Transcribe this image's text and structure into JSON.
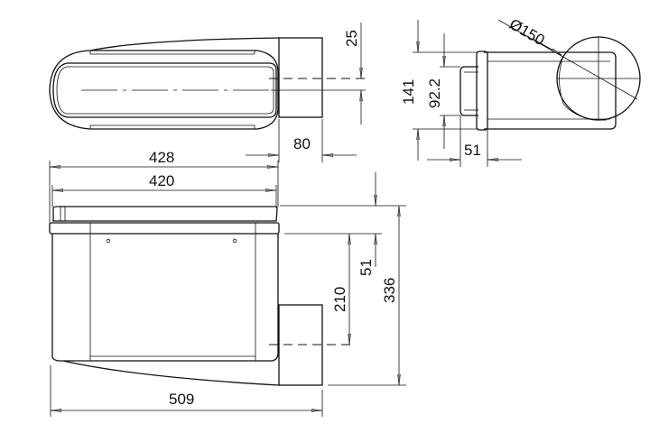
{
  "top_view": {
    "dim_offset": "25",
    "dim_duct_width": "80"
  },
  "side_view": {
    "dim_height": "141",
    "dim_inner_height": "92.2",
    "dim_stub": "51",
    "dim_diameter": "Ø150"
  },
  "front_view": {
    "dim_overall_width": "428",
    "dim_lid_width": "420",
    "dim_lid_height": "51",
    "dim_outlet_height": "210",
    "dim_total_height": "336",
    "dim_total_length": "509"
  }
}
